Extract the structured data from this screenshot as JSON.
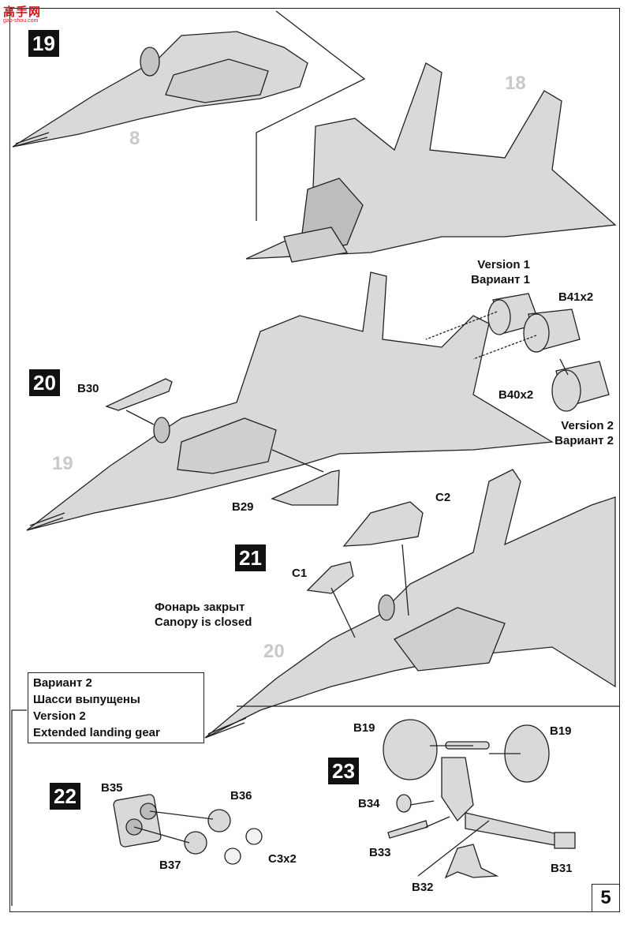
{
  "watermark": {
    "main": "高手网",
    "sub": "gao-shou.com"
  },
  "page_number": "5",
  "steps": {
    "s19": "19",
    "s20": "20",
    "s21": "21",
    "s22": "22",
    "s23": "23"
  },
  "ghost_refs": {
    "g8": "8",
    "g18": "18",
    "g19": "19",
    "g20": "20"
  },
  "parts": {
    "b41": "B41x2",
    "b40": "B40x2",
    "b30": "B30",
    "b29": "B29",
    "c2": "C2",
    "c1": "C1",
    "b35": "B35",
    "b36": "B36",
    "b37": "B37",
    "c3": "C3x2",
    "b19a": "B19",
    "b19b": "B19",
    "b34": "B34",
    "b33": "B33",
    "b32": "B32",
    "b31": "B31"
  },
  "notes": {
    "version1": {
      "en": "Version 1",
      "ru": "Вариант 1"
    },
    "version2": {
      "en": "Version 2",
      "ru": "Вариант 2"
    },
    "canopy": {
      "ru": "Фонарь закрыт",
      "en": "Canopy is closed"
    },
    "gear_box": {
      "line1": "Вариант 2",
      "line2": "Шасси выпущены",
      "line3": "Version 2",
      "line4": "Extended landing gear"
    }
  },
  "colors": {
    "part_fill": "#d9d9d9",
    "line": "#222222",
    "watermark": "#d4161b",
    "ghost": "#c9c9c9"
  }
}
